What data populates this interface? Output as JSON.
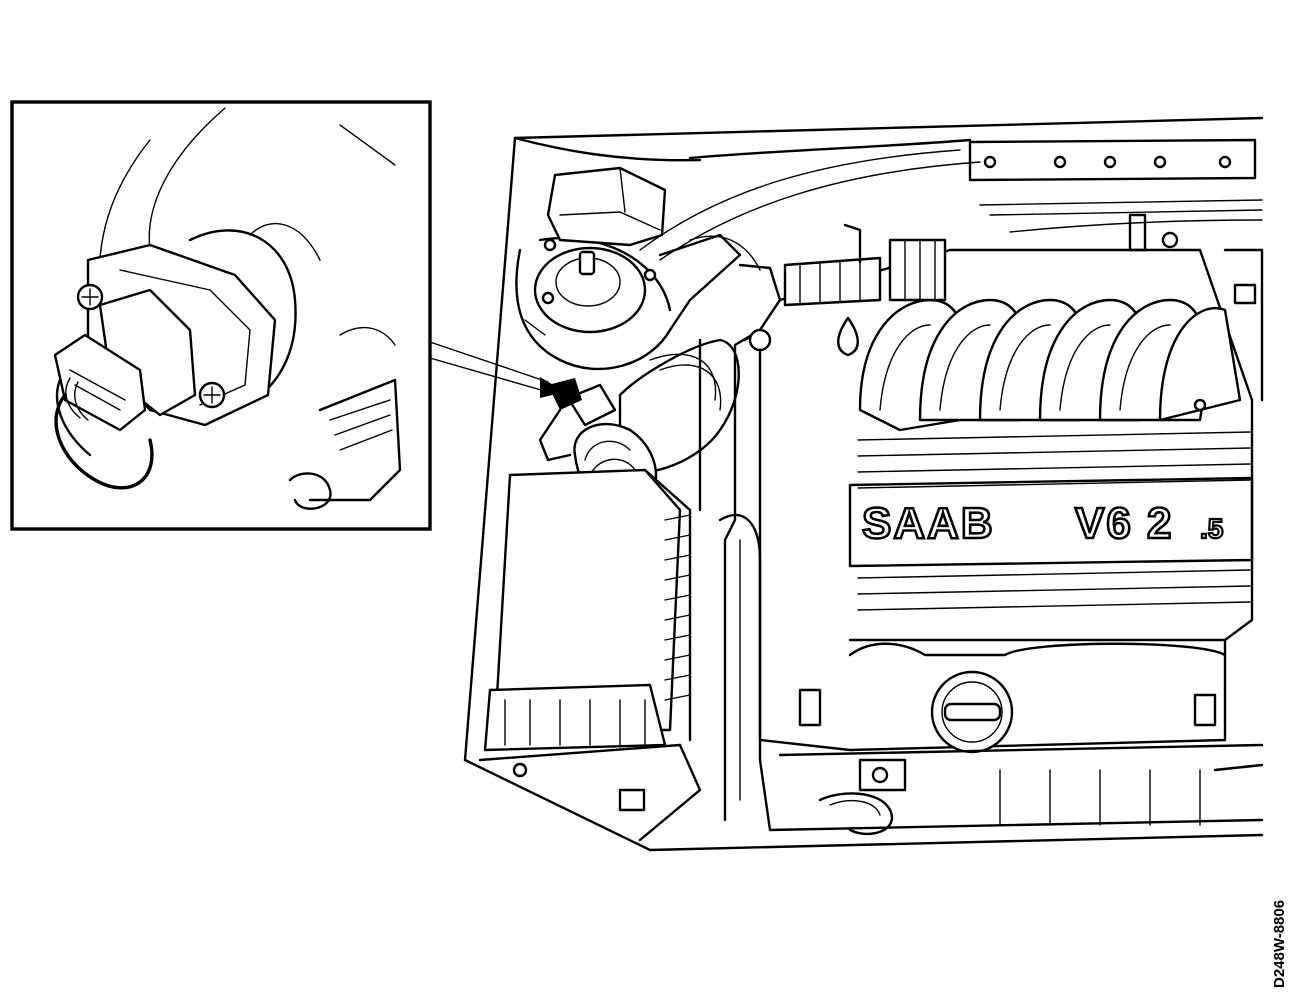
{
  "engine_cover": {
    "brand": "SAAB",
    "model": "V6 2",
    "model_decimal": ".5"
  },
  "figure": {
    "reference_code": "D248W-8806"
  },
  "icons": {
    "connector": "connector-icon",
    "strut_mount": "strut-mount-icon",
    "oil_cap": "oil-cap-icon"
  }
}
